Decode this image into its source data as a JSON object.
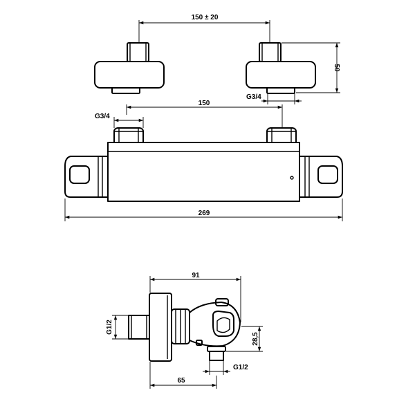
{
  "dimensions": {
    "top_spacing": "150 ± 20",
    "top_height": "50",
    "top_thread": "G3/4",
    "front_thread": "G3/4",
    "front_spacing": "150",
    "front_length": "269",
    "side_depth": "91",
    "side_inlet_thread": "G1/2",
    "side_offset": "28,5",
    "side_outlet_thread": "G1/2",
    "side_outlet_distance": "65"
  }
}
